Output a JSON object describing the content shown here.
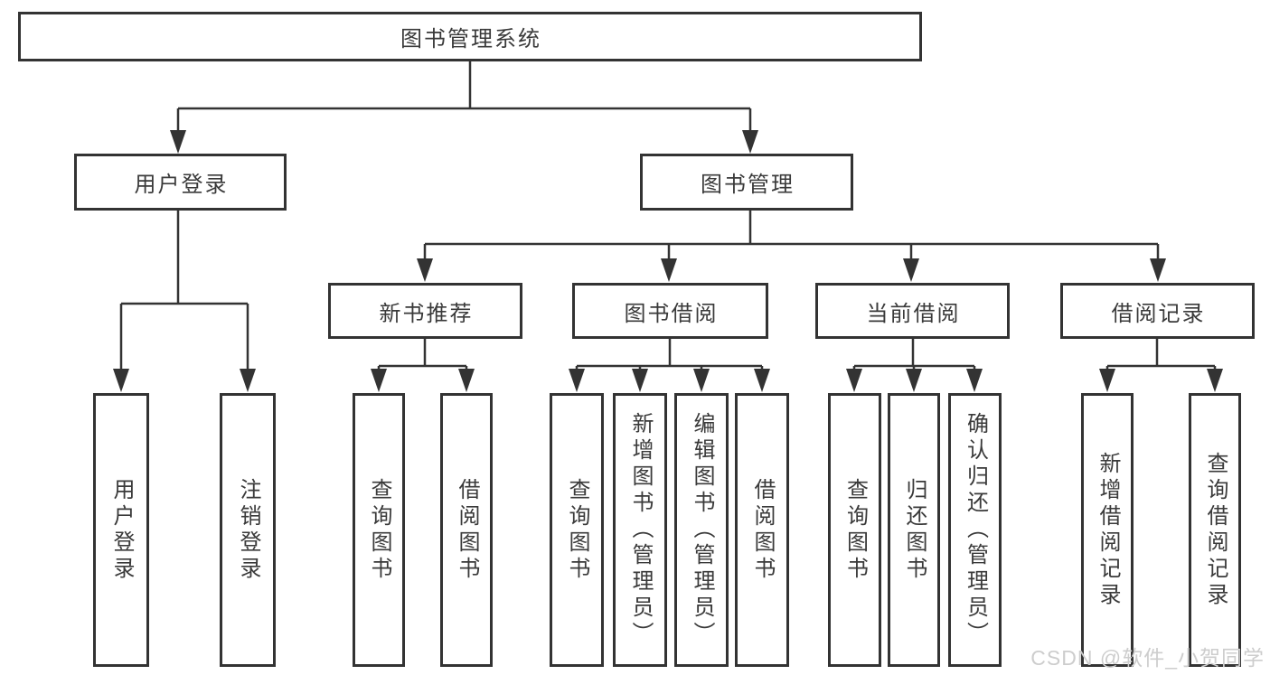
{
  "title": "图书管理系统",
  "tree": {
    "label": "图书管理系统",
    "children": [
      {
        "label": "用户登录",
        "children": [
          {
            "label": "用户登录"
          },
          {
            "label": "注销登录"
          }
        ]
      },
      {
        "label": "图书管理",
        "children": [
          {
            "label": "新书推荐",
            "children": [
              {
                "label": "查询图书"
              },
              {
                "label": "借阅图书"
              }
            ]
          },
          {
            "label": "图书借阅",
            "children": [
              {
                "label": "查询图书"
              },
              {
                "label": "新增图书（管理员）"
              },
              {
                "label": "编辑图书（管理员）"
              },
              {
                "label": "借阅图书"
              }
            ]
          },
          {
            "label": "当前借阅",
            "children": [
              {
                "label": "查询图书"
              },
              {
                "label": "归还图书"
              },
              {
                "label": "确认归还（管理员）"
              }
            ]
          },
          {
            "label": "借阅记录",
            "children": [
              {
                "label": "新增借阅记录"
              },
              {
                "label": "查询借阅记录"
              }
            ]
          }
        ]
      }
    ]
  },
  "watermark": "CSDN @软件_小贺同学",
  "colors": {
    "line": "#333333",
    "box_border": "#333333",
    "text": "#3a3a3a",
    "watermark": "#cdcdcd"
  }
}
